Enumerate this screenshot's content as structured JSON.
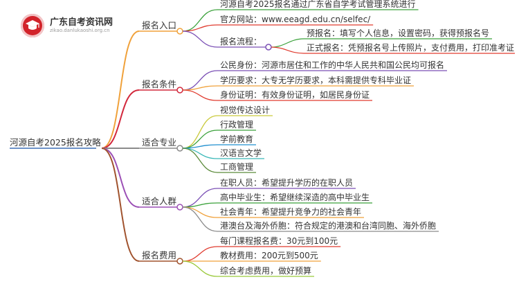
{
  "logo": {
    "title": "广东自考资讯网",
    "subtitle": "zikao.danlukaoshi.org.cn",
    "icon": "graduation-cap-icon",
    "color": "#d2232a"
  },
  "root": {
    "label": "河源自考2025报名攻略",
    "color": "#3d6fb6"
  },
  "branches": [
    {
      "label": "报名入口",
      "color": "#f0a13a",
      "children": [
        {
          "label": "河源自考2025报名通过广东省自学考试管理系统进行",
          "color": "#3aa13a"
        },
        {
          "label": "官方网站：www.eeagd.edu.cn/selfec/",
          "color": "#e03b2f"
        },
        {
          "label": "报名流程：",
          "color": "#7a4fb5",
          "children": [
            {
              "label": "预报名：填写个人信息，设置密码，获得预报名号",
              "color": "#3aa13a"
            },
            {
              "label": "正式报名：凭预报名号上传照片，支付费用，打印准考证",
              "color": "#e03b2f"
            }
          ]
        }
      ]
    },
    {
      "label": "报名条件",
      "color": "#d2283c",
      "children": [
        {
          "label": "公民身份：河源市居住和工作的中华人民共和国公民均可报名",
          "color": "#7a4fb5"
        },
        {
          "label": "学历要求：大专无学历要求，本科需提供专科毕业证",
          "color": "#f0a13a"
        },
        {
          "label": "身份证明：有效身份证明，如居民身份证",
          "color": "#e03b2f"
        }
      ]
    },
    {
      "label": "适合专业",
      "color": "#8a8a8a",
      "children": [
        {
          "label": "视觉传达设计",
          "color": "#c9c93a"
        },
        {
          "label": "行政管理",
          "color": "#3aa13a"
        },
        {
          "label": "学前教育",
          "color": "#1f8fcf"
        },
        {
          "label": "汉语言文学",
          "color": "#3ab8b8"
        },
        {
          "label": "工商管理",
          "color": "#5b8a3a"
        }
      ]
    },
    {
      "label": "适合人群",
      "color": "#9b4fb5",
      "children": [
        {
          "label": "在职人员：希望提升学历的在职人员",
          "color": "#7a4fb5"
        },
        {
          "label": "高中毕业生：希望继续深造的高中毕业生",
          "color": "#3aa13a"
        },
        {
          "label": "社会青年：希望提升竞争力的社会青年",
          "color": "#f0a13a"
        },
        {
          "label": "港澳台及海外侨胞：符合规定的港澳和台湾同胞、海外侨胞",
          "color": "#8a8a8a"
        }
      ]
    },
    {
      "label": "报名费用",
      "color": "#a0522d",
      "children": [
        {
          "label": "每门课程报名费：30元到100元",
          "color": "#e03b2f"
        },
        {
          "label": "教材费用：200元到500元",
          "color": "#f0a13a"
        },
        {
          "label": "综合考虑费用，做好预算",
          "color": "#9ac93a"
        }
      ]
    }
  ]
}
